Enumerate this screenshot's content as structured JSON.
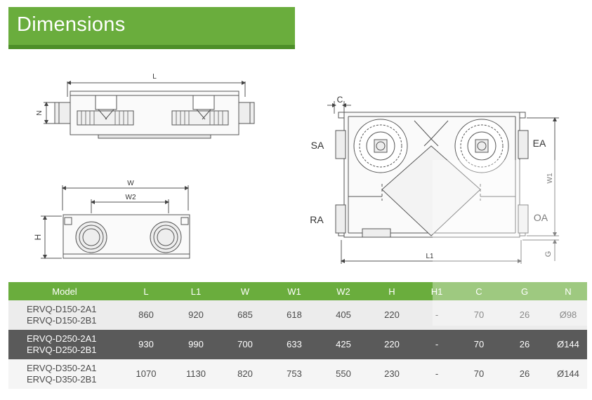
{
  "header": {
    "title": "Dimensions"
  },
  "diagram": {
    "top_view": {
      "label_length": "L",
      "label_height": "N"
    },
    "side_view": {
      "label_width": "W",
      "label_width2": "W2",
      "label_height": "H"
    },
    "plan_view": {
      "label_c": "C",
      "label_w1": "W1",
      "label_l1": "L1",
      "label_g": "G",
      "ports": {
        "sa": "SA",
        "ea": "EA",
        "ra": "RA",
        "oa": "OA"
      }
    }
  },
  "table": {
    "headers": [
      "Model",
      "L",
      "L1",
      "W",
      "W1",
      "W2",
      "H",
      "H1",
      "C",
      "G",
      "N"
    ],
    "rows": [
      {
        "model": [
          "ERVQ-D150-2A1",
          "ERVQ-D150-2B1"
        ],
        "values": [
          "860",
          "920",
          "685",
          "618",
          "405",
          "220",
          "-",
          "70",
          "26",
          "Ø98"
        ]
      },
      {
        "model": [
          "ERVQ-D250-2A1",
          "ERVQ-D250-2B1"
        ],
        "values": [
          "930",
          "990",
          "700",
          "633",
          "425",
          "220",
          "-",
          "70",
          "26",
          "Ø144"
        ]
      },
      {
        "model": [
          "ERVQ-D350-2A1",
          "ERVQ-D350-2B1"
        ],
        "values": [
          "1070",
          "1130",
          "820",
          "753",
          "550",
          "230",
          "-",
          "70",
          "26",
          "Ø144"
        ]
      }
    ]
  }
}
